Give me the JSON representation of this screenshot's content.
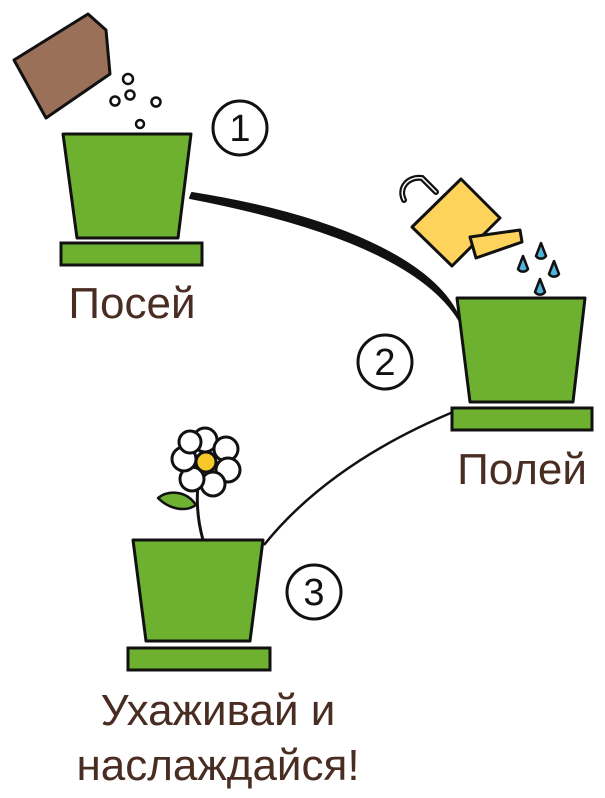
{
  "steps": [
    {
      "number": "1",
      "label": "Посей"
    },
    {
      "number": "2",
      "label": "Полей"
    },
    {
      "number": "3",
      "label_line1": "Ухаживай и",
      "label_line2": "наслаждайся!"
    }
  ],
  "icons": {
    "seed_packet": "seed-packet-icon",
    "watering_can": "watering-can-icon",
    "flower": "flower-icon"
  },
  "colors": {
    "pot_green": "#6eb130",
    "text_brown": "#4a2d22",
    "seed_packet_brown": "#9b7059",
    "watering_can_yellow": "#fdd35c",
    "water_blue": "#4fb3dc",
    "flower_center_yellow": "#f7c928",
    "outline": "#111111"
  }
}
